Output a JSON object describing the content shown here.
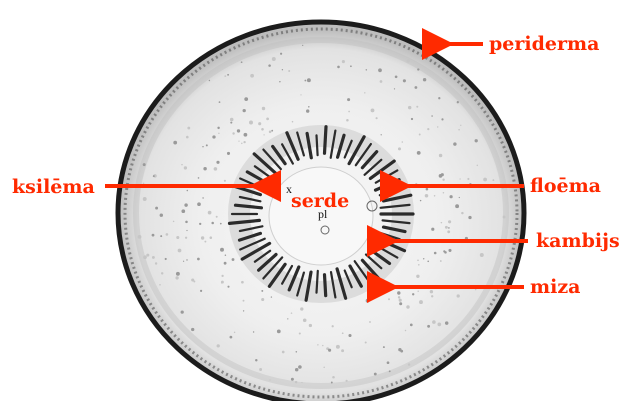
{
  "labels": {
    "periderma": "periderma",
    "floema": "floēma",
    "ksilema": "ksilēma",
    "serde": "serde",
    "kambijs": "kambijs",
    "miza": "miza",
    "mark_x": "x",
    "mark_pl": "pl"
  },
  "colors": {
    "label": "#ff2a00",
    "arrow": "#ff2a00",
    "stem_outline": "#1a1a1a",
    "stem_fill": "#f4f4f4",
    "xylem_strands": "#2b2b2b",
    "background": "#ffffff"
  }
}
